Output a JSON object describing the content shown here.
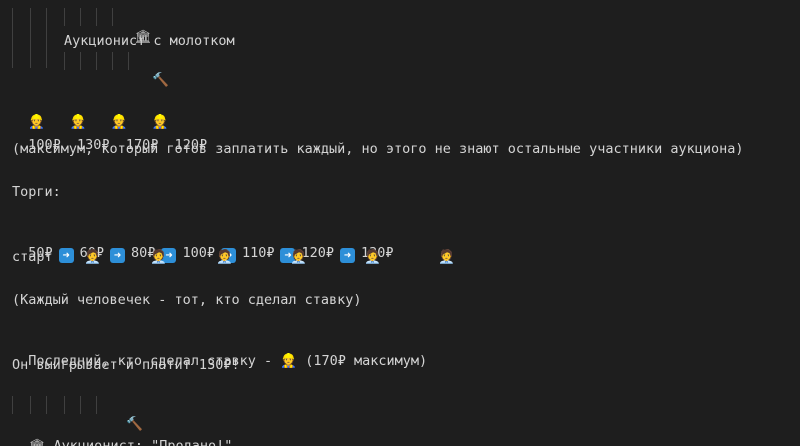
{
  "header": {
    "bank_icon": "🏛",
    "auctioneer_label": "Аукционист с молотком",
    "hammer_icon": "🔨"
  },
  "participants": {
    "icon": "👷",
    "max_prices": [
      "100₽",
      "130₽",
      "170₽",
      "120₽"
    ],
    "note": "(максимум, который готов заплатить каждый, но этого не знают остальные участники аукциона)"
  },
  "bidding": {
    "title": "Торги:",
    "bids": [
      "50₽",
      "60₽",
      "80₽",
      "100₽",
      "110₽",
      "120₽",
      "130₽"
    ],
    "arrow": "➡",
    "start_label": "старт",
    "bidder_icon": "🧑‍💼",
    "note": "(Каждый человечек - тот, кто сделал ставку)"
  },
  "result": {
    "last_bid_text": "Последний, кто сделал ставку - ",
    "winner_icon": "👷",
    "winner_max": "(170₽ максимум)",
    "outcome": "Он выигрывает и платит 130₽!"
  },
  "footer": {
    "hammer_icon": "🔨",
    "bank_icon": "🏛",
    "sold_text": "Аукционист: \"Продано!\""
  },
  "colors": {
    "background": "#1e1e1e",
    "text": "#d4d4d4",
    "arrow_bg": "#2d8fd8"
  }
}
